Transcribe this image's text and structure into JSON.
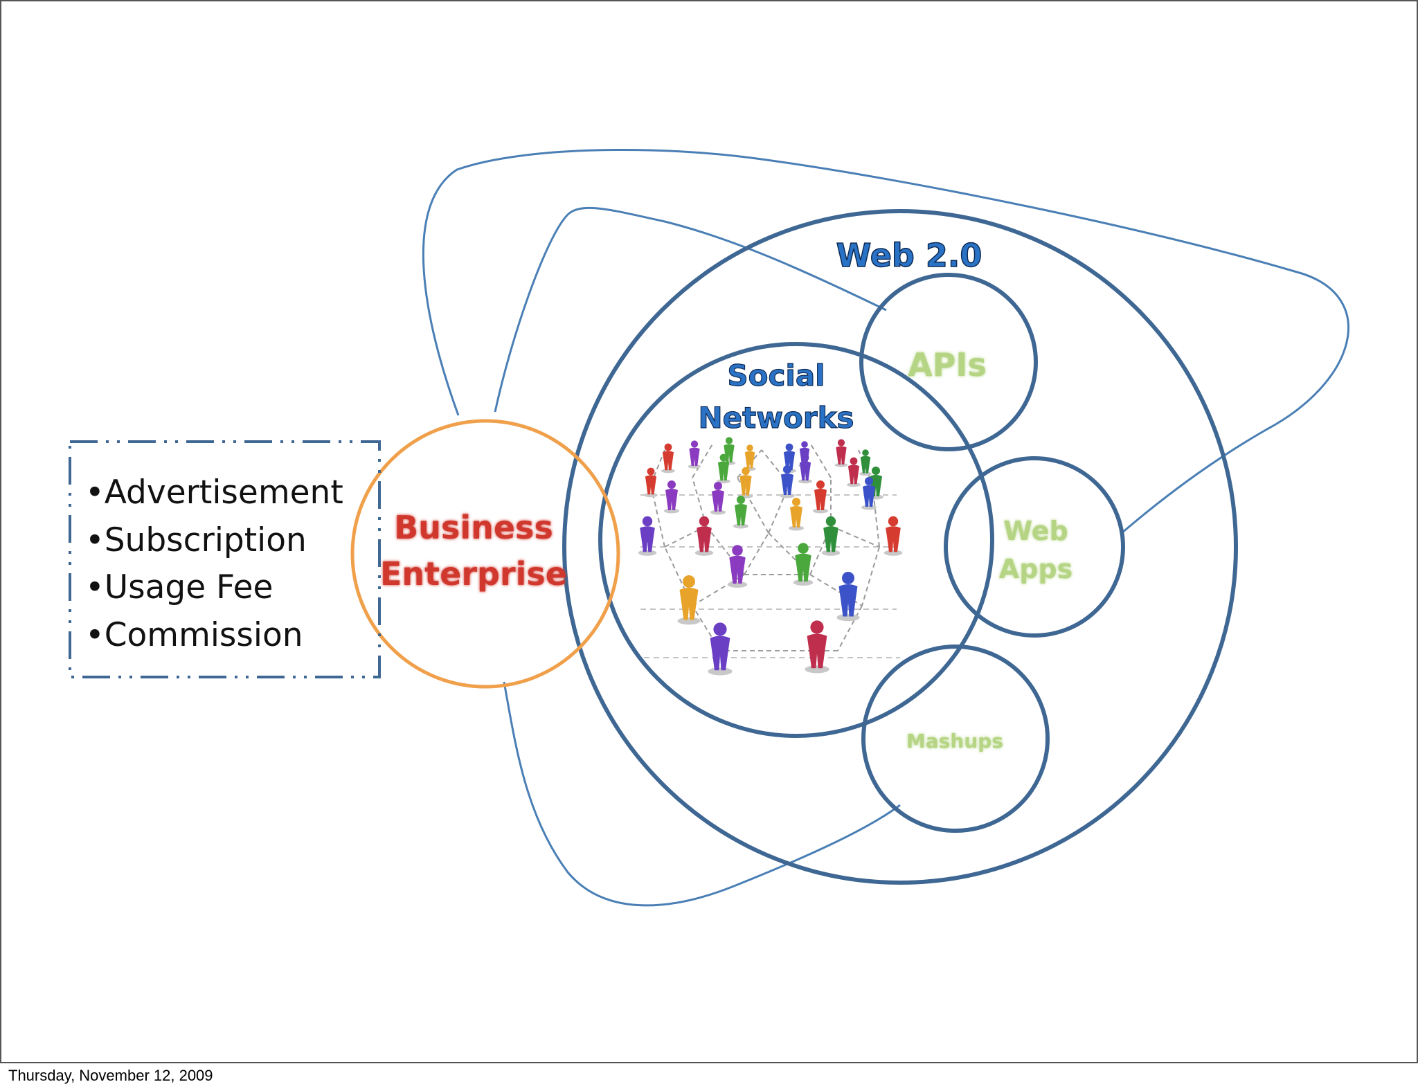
{
  "revenue_models": {
    "items": [
      "•Advertisement",
      "•Subscription",
      "•Usage Fee",
      "•Commission"
    ]
  },
  "business": {
    "line1": "Business",
    "line2": "Enterprise"
  },
  "web20": {
    "label": "Web 2.0"
  },
  "social": {
    "line1": "Social",
    "line2": "Networks"
  },
  "apis": {
    "label": "APIs"
  },
  "webapps": {
    "line1": "Web",
    "line2": "Apps"
  },
  "mashups": {
    "label": "Mashups"
  },
  "footer": {
    "date": "Thursday, November 12, 2009"
  },
  "colors": {
    "frame": "#555555",
    "circle_stroke": "#3f6793",
    "loop_stroke": "#4a7fb5",
    "business_circle": "#f0a04b",
    "business_text": "#d0392f",
    "web20_text": "#2a72c6",
    "green_text": "#b5d584",
    "bullet_text": "#111111",
    "dash_box": "#3f6793"
  },
  "icons": {
    "people_network": "people-network-icon"
  }
}
